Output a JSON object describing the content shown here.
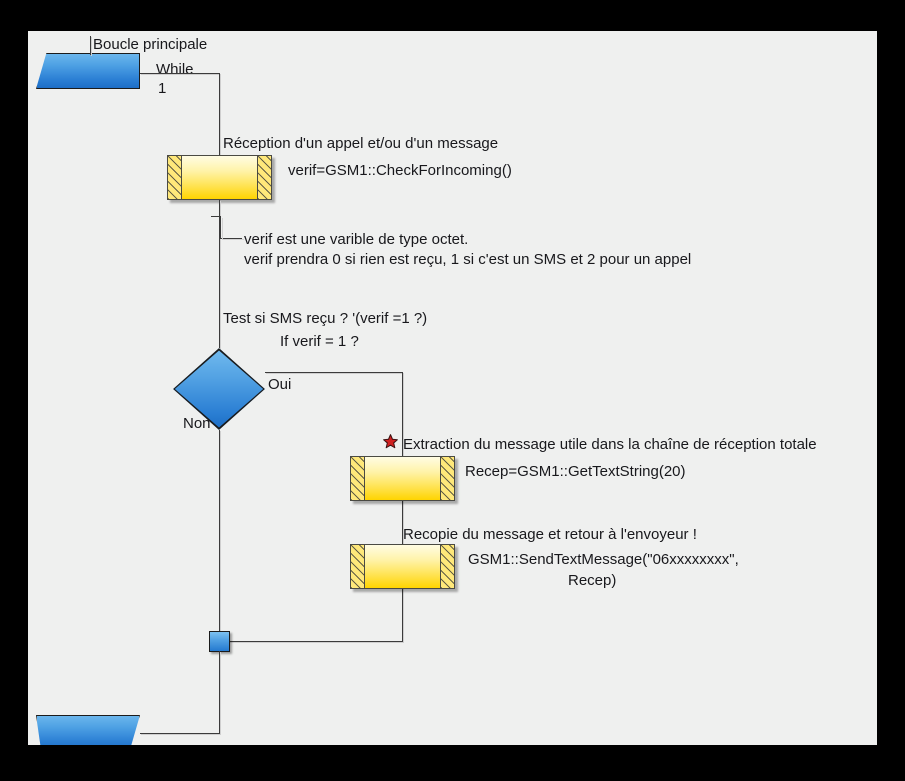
{
  "diagram": {
    "title": "Boucle principale",
    "canvas_bg": "#eff0ef",
    "frame_color": "#000000",
    "accent_blue": "#2b7fd4",
    "accent_yellow": "#ffd400",
    "star_color": "#d02020"
  },
  "nodes": {
    "loop_start": {
      "header": "Boucle principale",
      "keyword": "While",
      "condition": "1"
    },
    "recv_block": {
      "comment": "Réception d'un appel et/ou d'un message",
      "code": "verif=GSM1::CheckForIncoming()"
    },
    "note": {
      "line1": "verif est une varible de type octet.",
      "line2": "verif prendra 0 si rien est reçu, 1 si c'est un SMS et 2 pour un appel"
    },
    "decision": {
      "comment": "Test si SMS reçu ? '(verif =1 ?)",
      "code": "If  verif = 1 ?",
      "yes_label": "Oui",
      "no_label": "Non"
    },
    "extract_block": {
      "icon": "star-icon",
      "comment": "Extraction du message utile dans la chaîne de réception totale",
      "code": "Recep=GSM1::GetTextString(20)"
    },
    "send_block": {
      "comment": "Recopie du message et retour à l'envoyeur !",
      "code_line1": "GSM1::SendTextMessage(\"06xxxxxxxx\",",
      "code_line2": "Recep)"
    },
    "merge": {
      "name": "merge-connector"
    },
    "loop_end": {
      "name": "loop-end"
    }
  }
}
